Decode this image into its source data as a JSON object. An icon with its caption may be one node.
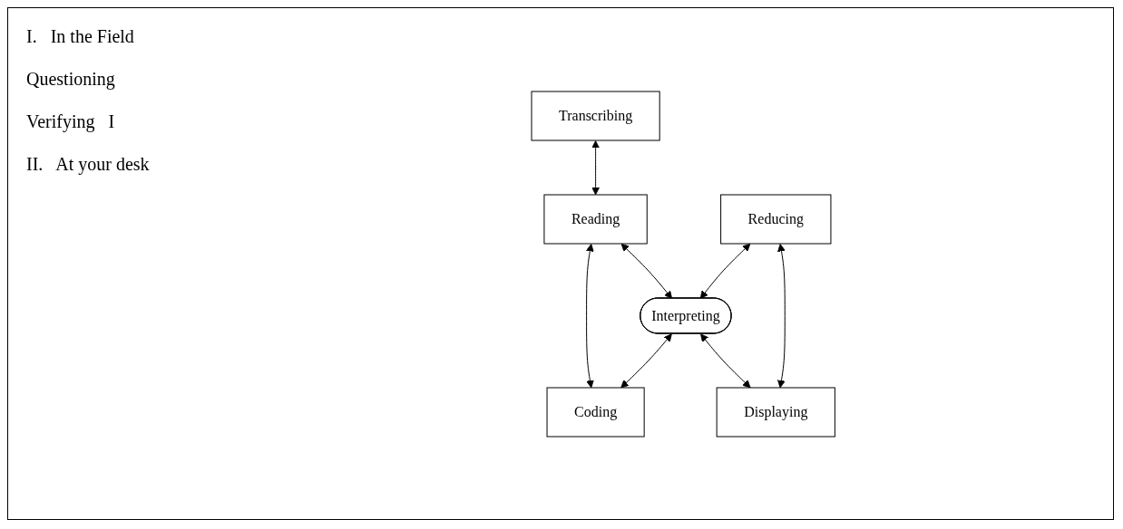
{
  "diagram": {
    "nodes": [
      {
        "text": [
          "Transcribing"
        ]
      },
      {
        "text": [
          "Reading"
        ]
      },
      {
        "text": [
          "Coding"
        ]
      },
      {
        "text": [
          "Interpreting"
        ]
      },
      {
        "text": [
          "Reducing"
        ]
      },
      {
        "text": [
          "Displaying"
        ]
      }
    ],
    "edges": [
      {
        "from": 0,
        "to": 1,
        "arrow": "both"
      },
      {
        "from": 1,
        "to": 2,
        "arrow": "both"
      },
      {
        "from": 1,
        "to": 3,
        "arrow": "both"
      },
      {
        "from": 3,
        "to": 2,
        "arrow": "both"
      },
      {
        "from": 4,
        "to": 3,
        "arrow": "both"
      },
      {
        "from": 3,
        "to": 5,
        "arrow": "both"
      },
      {
        "from": 4,
        "to": 5,
        "arrow": "both"
      }
    ],
    "labels": [
      "I.   In the Field",
      "Questioning",
      "Verifying   I",
      "II.   At your desk"
    ]
  }
}
